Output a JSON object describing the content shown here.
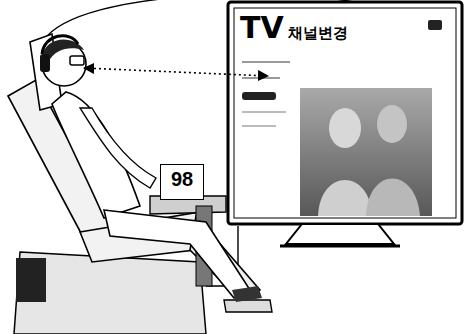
{
  "diagram": {
    "nodes": [
      {
        "text": [
          "TV",
          "채널변경"
        ]
      },
      {
        "text": [
          "98"
        ]
      }
    ]
  }
}
